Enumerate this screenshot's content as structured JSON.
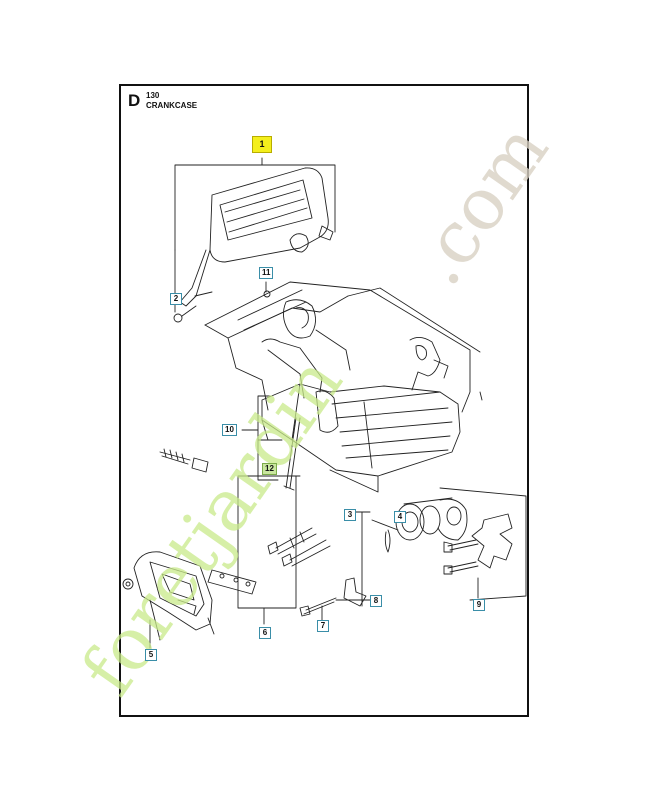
{
  "section": {
    "letter": "D",
    "number": "130",
    "name": "CRANKCASE"
  },
  "callouts": [
    {
      "id": "1",
      "label": "1"
    },
    {
      "id": "2",
      "label": "2"
    },
    {
      "id": "3",
      "label": "3"
    },
    {
      "id": "4",
      "label": "4"
    },
    {
      "id": "5",
      "label": "5"
    },
    {
      "id": "6",
      "label": "6"
    },
    {
      "id": "7",
      "label": "7"
    },
    {
      "id": "8",
      "label": "8"
    },
    {
      "id": "9",
      "label": "9"
    },
    {
      "id": "10",
      "label": "10"
    },
    {
      "id": "11",
      "label": "11"
    },
    {
      "id": "12",
      "label": "12"
    }
  ],
  "watermark": {
    "left_text": "foretjardin",
    "right_text": ".com",
    "color_left": "#c8e98a",
    "color_right": "#d8d1c3",
    "accent_dot": "#f0a830"
  },
  "colors": {
    "highlight": "#f4ef1c",
    "callout_border": "#3a8ea8",
    "line": "#222222"
  }
}
